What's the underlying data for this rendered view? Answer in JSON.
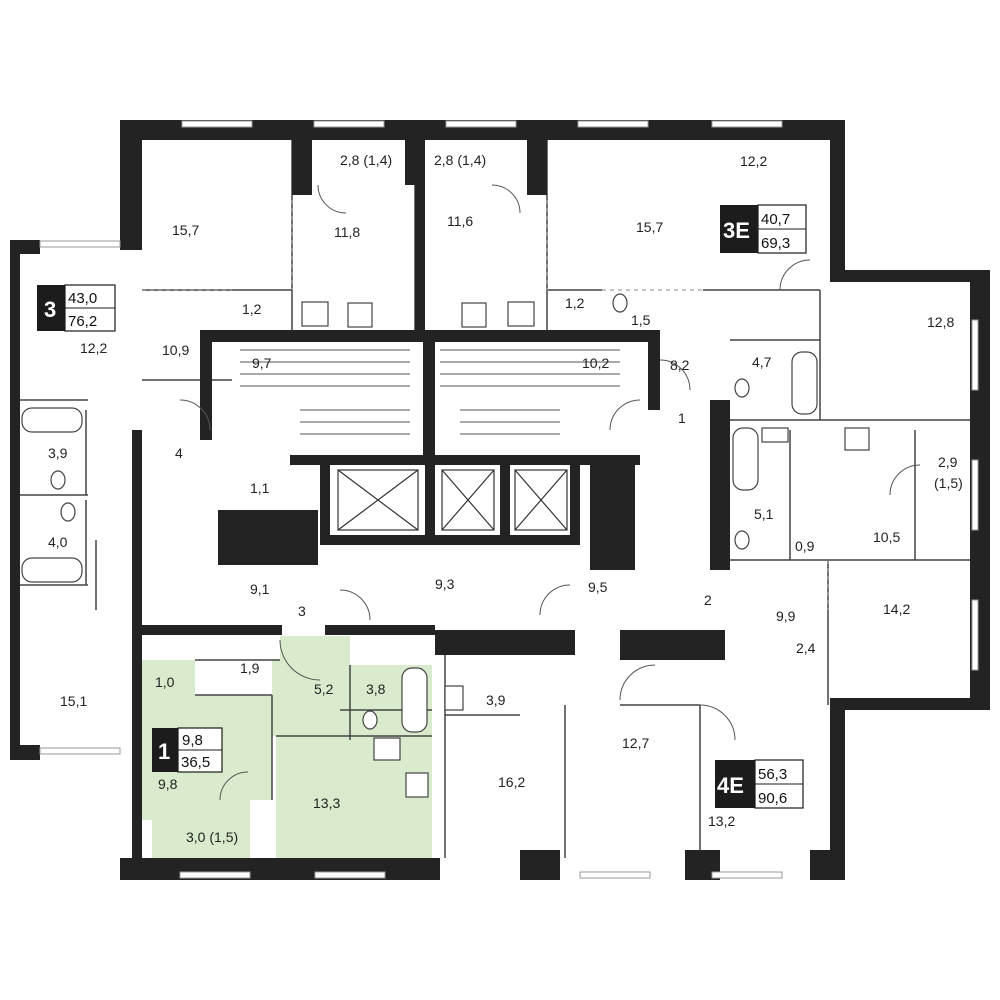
{
  "colors": {
    "wall": "#232323",
    "highlight": "#d9ebcc",
    "line": "#444444",
    "window": "#bdbdbd",
    "badge": "#1c1c1c"
  },
  "badges": [
    {
      "id": "3",
      "label": "3",
      "living": "43,0",
      "total": "76,2"
    },
    {
      "id": "3E",
      "label": "3E",
      "living": "40,7",
      "total": "69,3"
    },
    {
      "id": "1",
      "label": "1",
      "living": "9,8",
      "total": "36,5"
    },
    {
      "id": "4E",
      "label": "4E",
      "living": "56,3",
      "total": "90,6"
    }
  ],
  "rooms": [
    "15,7",
    "2,8 (1,4)",
    "11,8",
    "2,8 (1,4)",
    "11,6",
    "15,7",
    "12,2",
    "12,2",
    "10,9",
    "1,2",
    "9,7",
    "10,2",
    "1,2",
    "1,5",
    "12,8",
    "8,2",
    "4,7",
    "3,9",
    "4",
    "1",
    "1,1",
    "2,9",
    "(1,5)",
    "5,1",
    "10,5",
    "0,9",
    "4,0",
    "9,1",
    "9,3",
    "9,5",
    "2",
    "14,2",
    "3",
    "9,9",
    "2,4",
    "15,1",
    "1,0",
    "1,9",
    "5,2",
    "3,8",
    "3,9",
    "16,2",
    "12,7",
    "9,8",
    "13,3",
    "3,0 (1,5)",
    "13,2"
  ]
}
